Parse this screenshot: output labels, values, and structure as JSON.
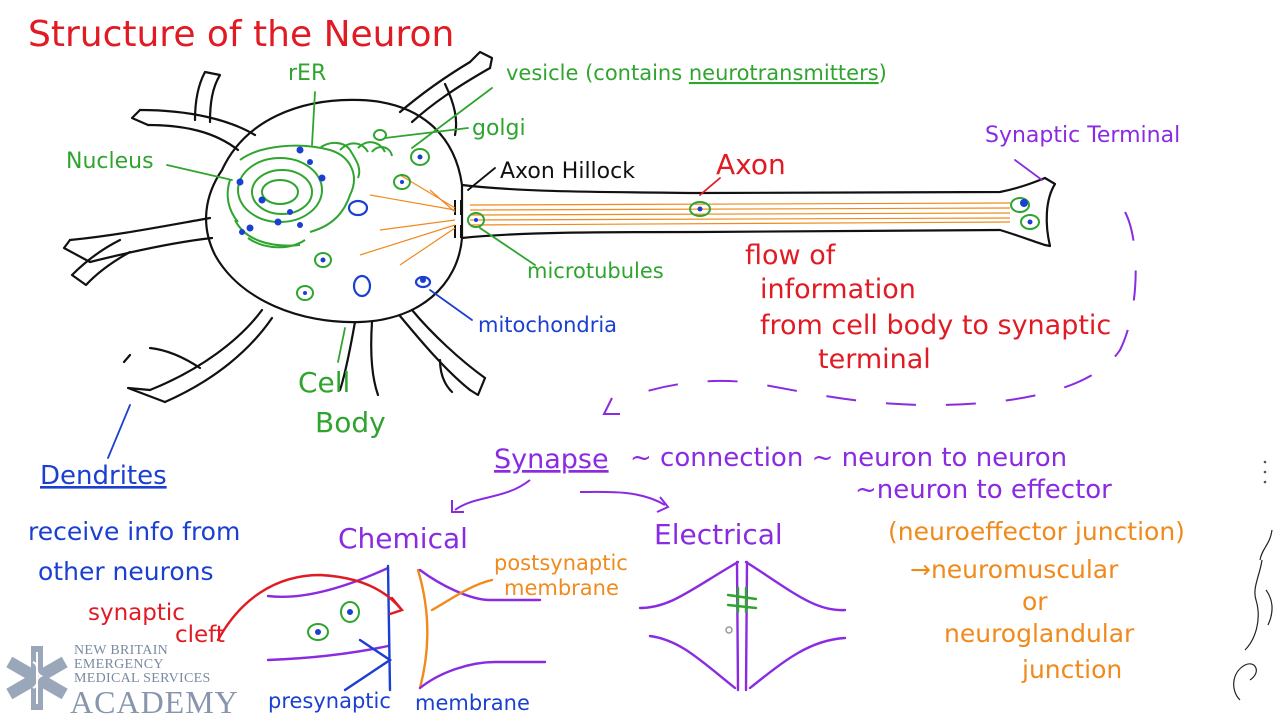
{
  "title": "Structure of the Neuron",
  "labels": {
    "rer": "rER",
    "vesicle_prefix": "vesicle (contains ",
    "vesicle_word": "neurotransmitters",
    "vesicle_suffix": ")",
    "golgi": "golgi",
    "nucleus": "Nucleus",
    "axon_hillock": "Axon Hillock",
    "axon": "Axon",
    "synaptic_terminal": "Synaptic Terminal",
    "microtubules": "microtubules",
    "mitochondria": "mitochondria",
    "cell_body_1": "Cell",
    "cell_body_2": "Body",
    "dendrites": "Dendrites",
    "receive_1": "receive info from",
    "receive_2": "other neurons",
    "flow_1": "flow of",
    "flow_2": "information",
    "flow_3": "from cell body to synaptic",
    "flow_4": "terminal"
  },
  "synapse": {
    "word": "Synapse",
    "line1": "~ connection ~ neuron to neuron",
    "line2": "~neuron to effector",
    "effector_1": "(neuroeffector junction)",
    "effector_2": "→neuromuscular",
    "effector_3": "or",
    "effector_4": "neuroglandular",
    "effector_5": "junction",
    "chemical": "Chemical",
    "electrical": "Electrical",
    "synaptic_cleft_1": "synaptic",
    "synaptic_cleft_2": "cleft",
    "postsynaptic_1": "postsynaptic",
    "postsynaptic_2": "membrane",
    "presynaptic": "presynaptic",
    "membrane": "membrane"
  },
  "logo": {
    "line1": "NEW BRITAIN",
    "line2": "EMERGENCY",
    "line3": "MEDICAL SERVICES",
    "big": "ACADEMY"
  },
  "colors": {
    "red": "#e01b24",
    "green": "#2fa52f",
    "blue": "#1a3fd1",
    "purple": "#8a2be2",
    "orange": "#f08a1c",
    "black": "#111111"
  }
}
